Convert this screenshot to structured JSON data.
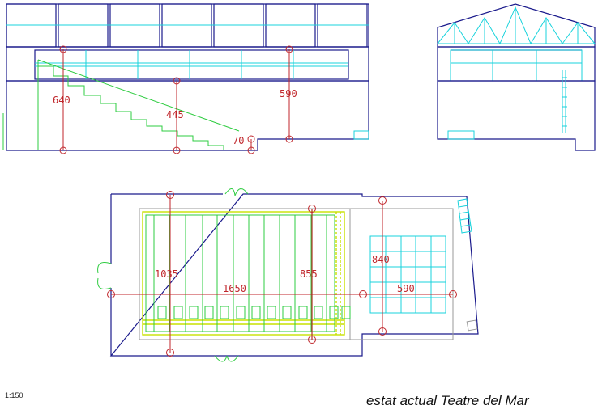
{
  "drawing": {
    "title": "estat actual Teatre del Mar",
    "scale": "1:150"
  },
  "section_dimensions": {
    "d640": "640",
    "d445": "445",
    "d590": "590",
    "d70": "70"
  },
  "plan_dimensions": {
    "d1035": "1035",
    "d1650": "1650",
    "d855": "855",
    "d840": "840",
    "d590": "590"
  },
  "colors": {
    "outline": "#1a1a8c",
    "cyan": "#19d3dc",
    "green": "#2ecc40",
    "yellow": "#c8e000",
    "dimension_red": "#c0262b"
  }
}
